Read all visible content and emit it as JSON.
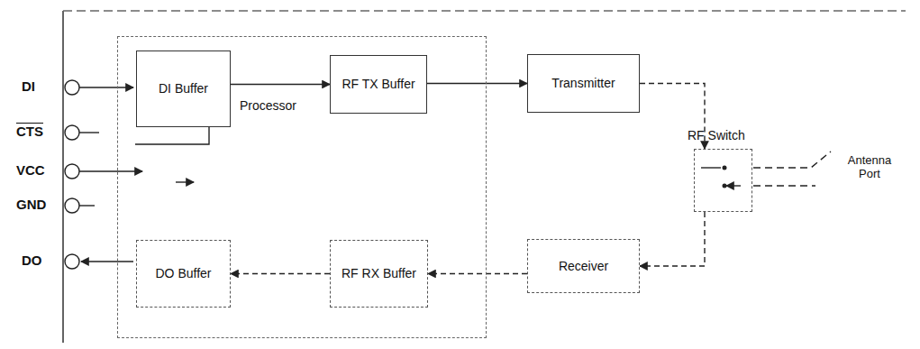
{
  "diagram": {
    "nodes": [
      {
        "text": [
          "Processor"
        ]
      },
      {
        "text": [
          "DI Buffer"
        ],
        "in": 0
      },
      {
        "text": [
          "RF TX Buffer"
        ],
        "in": 0
      },
      {
        "text": [
          "Transmitter"
        ]
      },
      {
        "text": [
          "RF Switch"
        ]
      },
      {
        "text": [
          "Receiver"
        ]
      },
      {
        "text": [
          "RF RX Buffer"
        ],
        "in": 0
      },
      {
        "text": [
          "DO Buffer"
        ],
        "in": 0
      }
    ],
    "edges": [
      {
        "from": 1,
        "to": 2,
        "arrow": "to"
      },
      {
        "from": 2,
        "to": 3,
        "arrow": "to"
      },
      {
        "from": 3,
        "to": 4,
        "arrow": "to"
      },
      {
        "from": 4,
        "to": 5,
        "arrow": "to"
      },
      {
        "from": 5,
        "to": 6,
        "arrow": "to"
      },
      {
        "from": 6,
        "to": 7,
        "arrow": "to"
      }
    ],
    "labels": [
      "DI",
      "CTS",
      "VCC",
      "GND",
      "DO",
      "Antenna Port"
    ]
  }
}
